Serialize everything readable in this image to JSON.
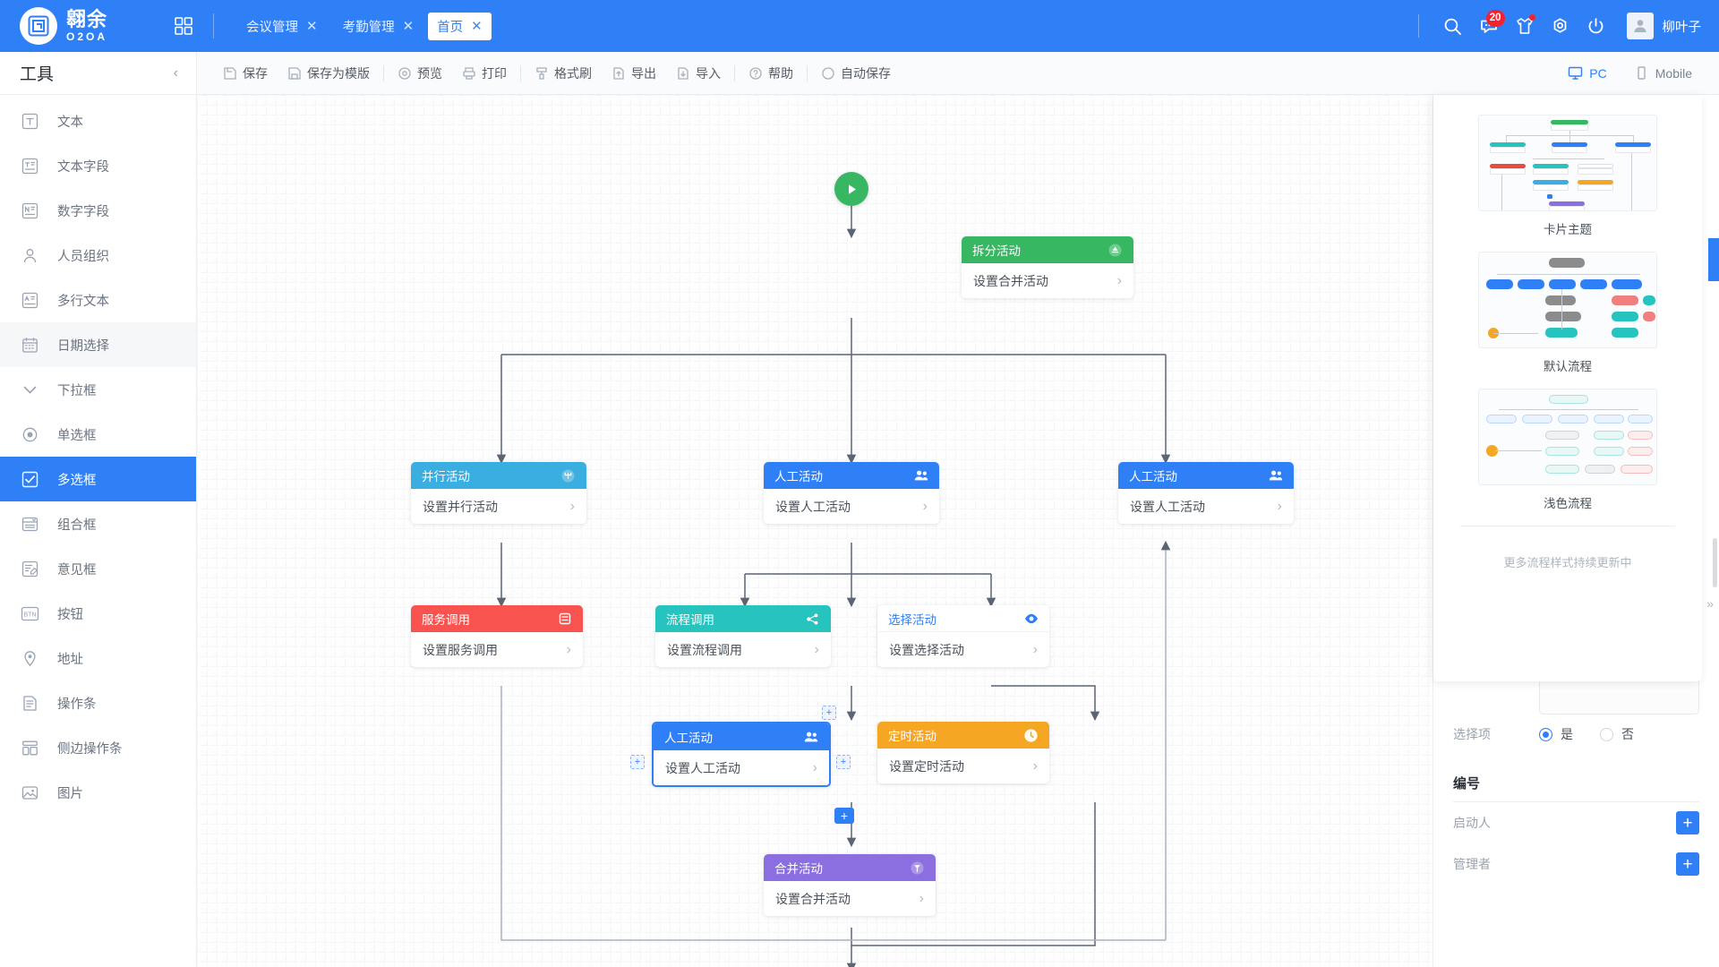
{
  "header": {
    "logo_cn": "翱余",
    "logo_en": "O2OA",
    "grid_icon": "grid-apps-icon",
    "tabs": [
      {
        "label": "会议管理",
        "close": "✕",
        "active": false
      },
      {
        "label": "考勤管理",
        "close": "✕",
        "active": false
      },
      {
        "label": "首页",
        "close": "✕",
        "active": true
      }
    ],
    "icons": [
      {
        "name": "search-icon"
      },
      {
        "name": "message-icon",
        "badge": "20"
      },
      {
        "name": "theme-shirt-icon",
        "dot": true
      },
      {
        "name": "gear-icon"
      },
      {
        "name": "power-icon"
      }
    ],
    "avatar_icon": "user-avatar-icon",
    "username": "柳叶子"
  },
  "toolbar": {
    "items": [
      {
        "label": "保存",
        "icon": "save-icon"
      },
      {
        "label": "保存为模版",
        "icon": "save-template-icon"
      },
      {
        "label": "预览",
        "icon": "preview-eye-icon"
      },
      {
        "label": "打印",
        "icon": "print-icon"
      },
      {
        "label": "格式刷",
        "icon": "format-brush-icon"
      },
      {
        "label": "导出",
        "icon": "export-icon"
      },
      {
        "label": "导入",
        "icon": "import-icon"
      },
      {
        "label": "帮助",
        "icon": "help-icon"
      },
      {
        "label": "自动保存",
        "icon": "autosave-circle-icon"
      }
    ],
    "device_pc": "PC",
    "device_mobile": "Mobile",
    "device_active": "PC"
  },
  "sidebar": {
    "title": "工具",
    "collapse_icon": "chevron-left-icon",
    "items": [
      {
        "label": "文本",
        "icon": "text-icon"
      },
      {
        "label": "文本字段",
        "icon": "text-field-icon"
      },
      {
        "label": "数字字段",
        "icon": "number-field-icon"
      },
      {
        "label": "人员组织",
        "icon": "person-org-icon"
      },
      {
        "label": "多行文本",
        "icon": "multiline-text-icon"
      },
      {
        "label": "日期选择",
        "icon": "calendar-icon",
        "hover": true
      },
      {
        "label": "下拉框",
        "icon": "chevron-down-icon"
      },
      {
        "label": "单选框",
        "icon": "radio-icon"
      },
      {
        "label": "多选框",
        "icon": "checkbox-icon",
        "active": true
      },
      {
        "label": "组合框",
        "icon": "combobox-icon"
      },
      {
        "label": "意见框",
        "icon": "opinion-icon"
      },
      {
        "label": "按钮",
        "icon": "button-btn-icon"
      },
      {
        "label": "地址",
        "icon": "location-pin-icon"
      },
      {
        "label": "操作条",
        "icon": "actionbar-icon"
      },
      {
        "label": "侧边操作条",
        "icon": "side-actionbar-icon"
      },
      {
        "label": "图片",
        "icon": "image-icon"
      }
    ]
  },
  "flow": {
    "start_node": {
      "name": "start-node",
      "icon": "play-icon",
      "color": "#38b763"
    },
    "end_node": {
      "name": "end-node",
      "icon": "stop-square-icon",
      "color": "#f02626"
    },
    "nodes": [
      {
        "id": "split",
        "title": "拆分活动",
        "body": "设置合并活动",
        "color": "#38b763",
        "icon": "split-icon",
        "selected": false
      },
      {
        "id": "parallel",
        "title": "并行活动",
        "body": "设置并行活动",
        "color": "#3aaee0",
        "icon": "parallel-icon",
        "selected": false
      },
      {
        "id": "manual1",
        "title": "人工活动",
        "body": "设置人工活动",
        "color": "#2f80f7",
        "icon": "people-icon",
        "selected": false
      },
      {
        "id": "manual2",
        "title": "人工活动",
        "body": "设置人工活动",
        "color": "#2f80f7",
        "icon": "people-icon",
        "selected": false
      },
      {
        "id": "service",
        "title": "服务调用",
        "body": "设置服务调用",
        "color": "#f9534f",
        "icon": "service-icon",
        "selected": false
      },
      {
        "id": "process",
        "title": "流程调用",
        "body": "设置流程调用",
        "color": "#27c3bf",
        "icon": "share-icon",
        "selected": false
      },
      {
        "id": "choice",
        "title": "选择活动",
        "body": "设置选择活动",
        "color": "#ffffff",
        "titleColor": "#2f80f7",
        "icon": "choice-eye-icon",
        "selected": false
      },
      {
        "id": "manual3",
        "title": "人工活动",
        "body": "设置人工活动",
        "color": "#2f80f7",
        "icon": "people-icon",
        "selected": true
      },
      {
        "id": "timer",
        "title": "定时活动",
        "body": "设置定时活动",
        "color": "#f5a623",
        "icon": "clock-icon",
        "selected": false
      },
      {
        "id": "merge",
        "title": "合并活动",
        "body": "设置合并活动",
        "color": "#8b6fe0",
        "icon": "merge-icon",
        "selected": false
      }
    ],
    "handle_plus": "+",
    "chevron": "›"
  },
  "template_panel": {
    "items": [
      {
        "caption": "卡片主题",
        "thumb": "card-theme-thumbnail"
      },
      {
        "caption": "默认流程",
        "thumb": "default-flow-thumbnail"
      },
      {
        "caption": "浅色流程",
        "thumb": "light-flow-thumbnail"
      }
    ],
    "more_text": "更多流程样式持续更新中"
  },
  "form_panel": {
    "option_label": "选择项",
    "option_yes": "是",
    "option_no": "否",
    "option_selected": "是",
    "section_number": "编号",
    "starter_label": "启动人",
    "manager_label": "管理者",
    "add_icon": "plus-icon",
    "expand_icon": "chevron-right-double-icon"
  },
  "colors": {
    "brand": "#2f80f7",
    "green": "#38b763",
    "red": "#f02626",
    "teal": "#27c3bf",
    "orange": "#f5a623",
    "purple": "#8b6fe0",
    "lightblue": "#3aaee0",
    "coral": "#f9534f"
  }
}
